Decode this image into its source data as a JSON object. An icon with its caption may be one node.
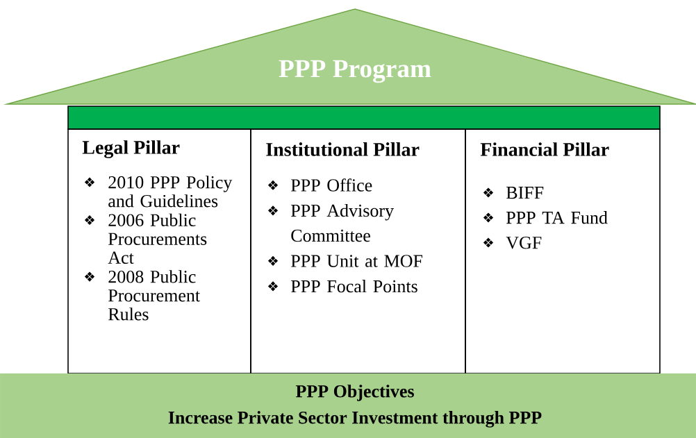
{
  "diagram": {
    "nodes": [
      {
        "text": [
          "PPP Program"
        ]
      },
      {
        "text": [],
        "shape": "bar"
      },
      {
        "text": [
          "Legal Pillar",
          "2010 PPP Policy and Guidelines",
          "2006 Public Procurements Act",
          "2008 Public Procurement Rules"
        ]
      },
      {
        "text": [
          "Institutional Pillar",
          "PPP Office",
          "PPP Advisory Committee",
          "PPP Unit at MOF",
          "PPP Focal Points"
        ]
      },
      {
        "text": [
          "Financial Pillar",
          "BIFF",
          "PPP TA Fund",
          "VGF"
        ]
      },
      {
        "text": [
          "PPP Objectives",
          "Increase Private Sector Investment through PPP"
        ]
      }
    ]
  }
}
